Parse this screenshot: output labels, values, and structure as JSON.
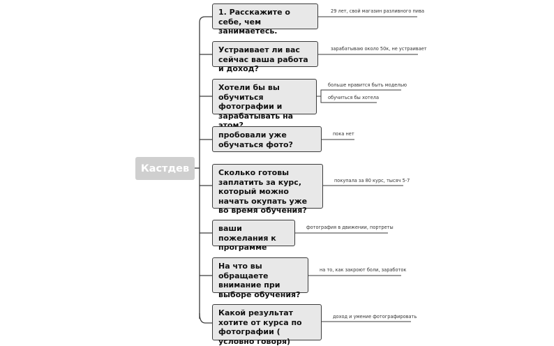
{
  "root": {
    "label": "Кастдев"
  },
  "questions": [
    {
      "text": "1. Расскажите о себе, чем занимаетесь.",
      "notes": [
        "29 лет, свой магазин разливного пива"
      ]
    },
    {
      "text": "Устраивает ли вас сейчас ваша работа и доход?",
      "notes": [
        "зарабатываю около 50к, не устраивает"
      ]
    },
    {
      "text": "Хотели бы вы обучиться фотографии и зарабатывать на этом?",
      "notes": [
        "больше нравится быть моделью",
        "обучиться бы хотела"
      ]
    },
    {
      "text": "пробовали уже обучаться фото?",
      "notes": [
        "пока нет"
      ]
    },
    {
      "text": "Сколько готовы заплатить за курс, который можно начать окупать уже во время обучения?",
      "notes": [
        "покупала за 80 курс, тысяч 5-7"
      ]
    },
    {
      "text": "ваши пожелания к программе",
      "notes": [
        "фотография  в движении, портреты"
      ]
    },
    {
      "text": "На что вы обращаете внимание при выборе обучения?",
      "notes": [
        "на то, как закроют боли, заработок"
      ]
    },
    {
      "text": "Какой результат хотите от курса по фотографии ( условно говоря)",
      "notes": [
        "доход и умение фотографировать"
      ]
    }
  ],
  "colors": {
    "node_fill": "#e8e8e8",
    "node_border": "#3a3a3a",
    "root_fill": "#cfcfcf",
    "line": "#3a3a3a"
  }
}
